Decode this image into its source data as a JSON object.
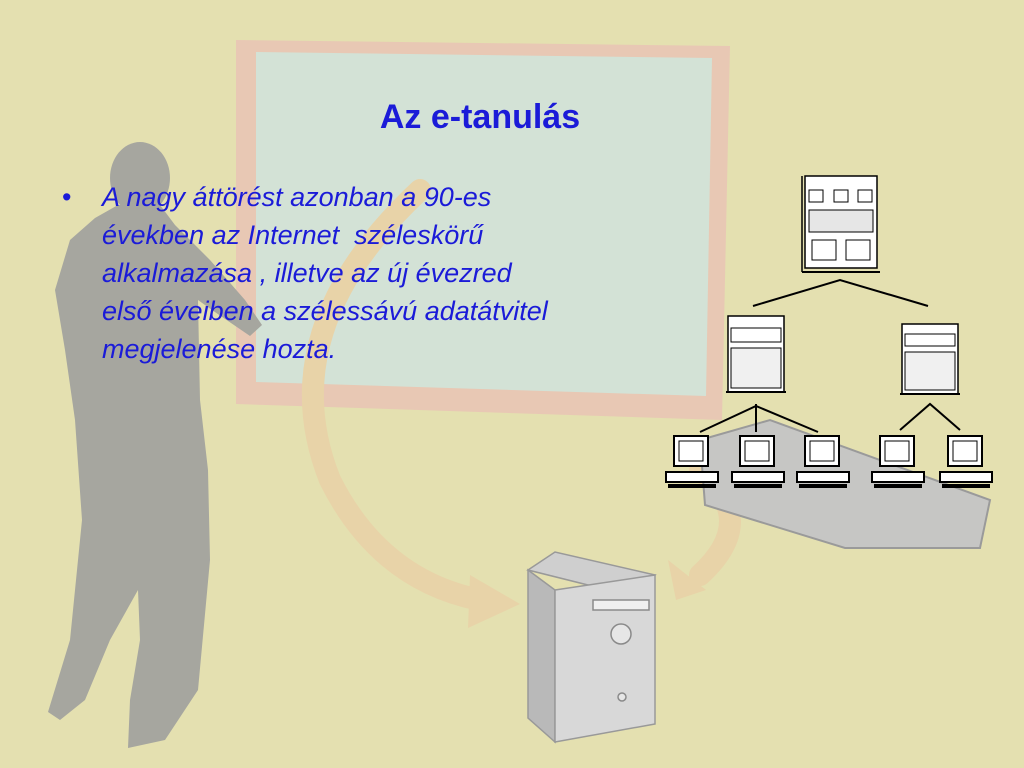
{
  "slide": {
    "title": "Az e-tanulás",
    "bullet_symbol": "•",
    "bullets": [
      {
        "lines": [
          "A nagy áttörést azonban a 90-es",
          "években az Internet  széleskörű",
          "alkalmazása , illetve az új évezred",
          "első éveiben a szélessávú adatátvitel",
          "megjelenése hozta."
        ]
      }
    ]
  },
  "colors": {
    "background": "#e4e0b0",
    "text": "#1b1bd8",
    "silhouette": "#a8a8a0",
    "board": "#d3e2d6",
    "arrow": "#e7cfa5"
  },
  "icons": [
    "presenter-silhouette",
    "presentation-board",
    "tower-computer-icon",
    "network-server-icon",
    "desktop-computer-icon"
  ]
}
